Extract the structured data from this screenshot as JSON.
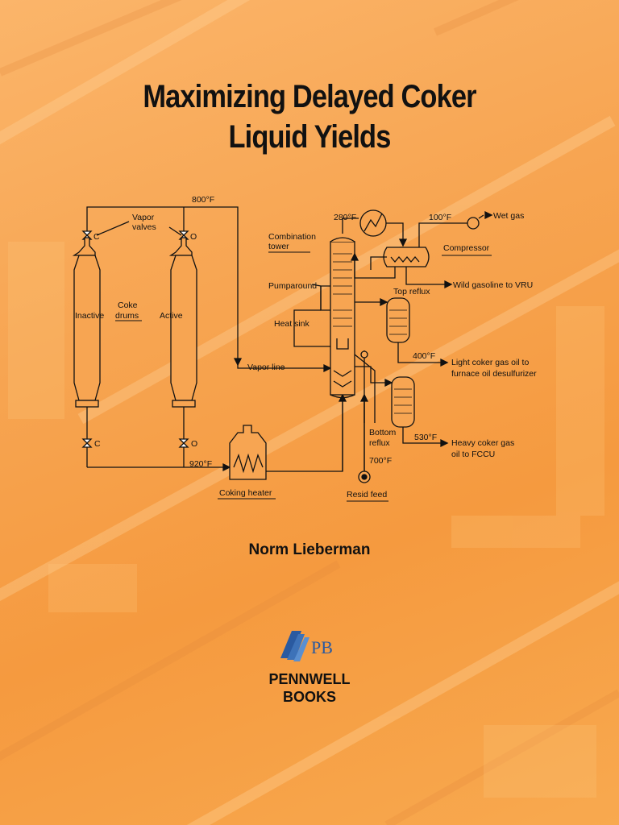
{
  "cover": {
    "title_line1": "Maximizing Delayed Coker",
    "title_line2": "Liquid Yields",
    "author": "Norm Lieberman",
    "publisher": {
      "logo_text": "PB",
      "line1": "PENNWELL",
      "line2": "BOOKS"
    }
  },
  "diagram": {
    "labels": {
      "top_temp": "800°F",
      "vapor": "Vapor",
      "valves": "valves",
      "valve_c_top": "C",
      "valve_o_top": "O",
      "inactive": "Inactive",
      "coke": "Coke",
      "drums": "drums",
      "active": "Active",
      "valve_c_bottom": "C",
      "valve_o_bottom": "O",
      "heater_temp": "920°F",
      "coking_heater": "Coking heater",
      "vapor_line": "Vapor line",
      "combination": "Combination",
      "tower": "tower",
      "pumparound": "Pumparound",
      "heat_sink": "Heat sink",
      "overhead_temp": "280°F",
      "comp_temp": "100°F",
      "wet_gas": "Wet gas",
      "compressor": "Compressor",
      "top_reflux": "Top reflux",
      "wild_gasoline": "Wild gasoline to VRU",
      "lcgo_temp": "400°F",
      "lcgo_line1": "Light coker gas oil to",
      "lcgo_line2": "furnace oil desulfurizer",
      "bottom": "Bottom",
      "reflux": "reflux",
      "hcgo_temp": "530°F",
      "hcgo_line1": "Heavy coker gas",
      "hcgo_line2": "oil to FCCU",
      "feed_temp": "700°F",
      "resid_feed": "Resid feed"
    }
  }
}
